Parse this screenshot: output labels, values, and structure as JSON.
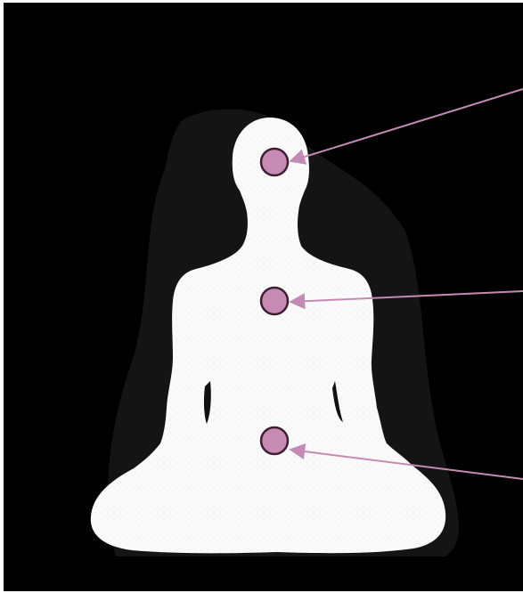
{
  "figure": {
    "background_color": "#000000",
    "frame_color": "#ffffff",
    "silhouette_color": "#fafafa",
    "shadow_color": "#141414",
    "marker_fill": "#c78bb3",
    "marker_stroke": "#3d1f33",
    "pointer_color": "#c48ab4",
    "markers": [
      {
        "id": "head"
      },
      {
        "id": "heart"
      },
      {
        "id": "navel"
      }
    ]
  }
}
